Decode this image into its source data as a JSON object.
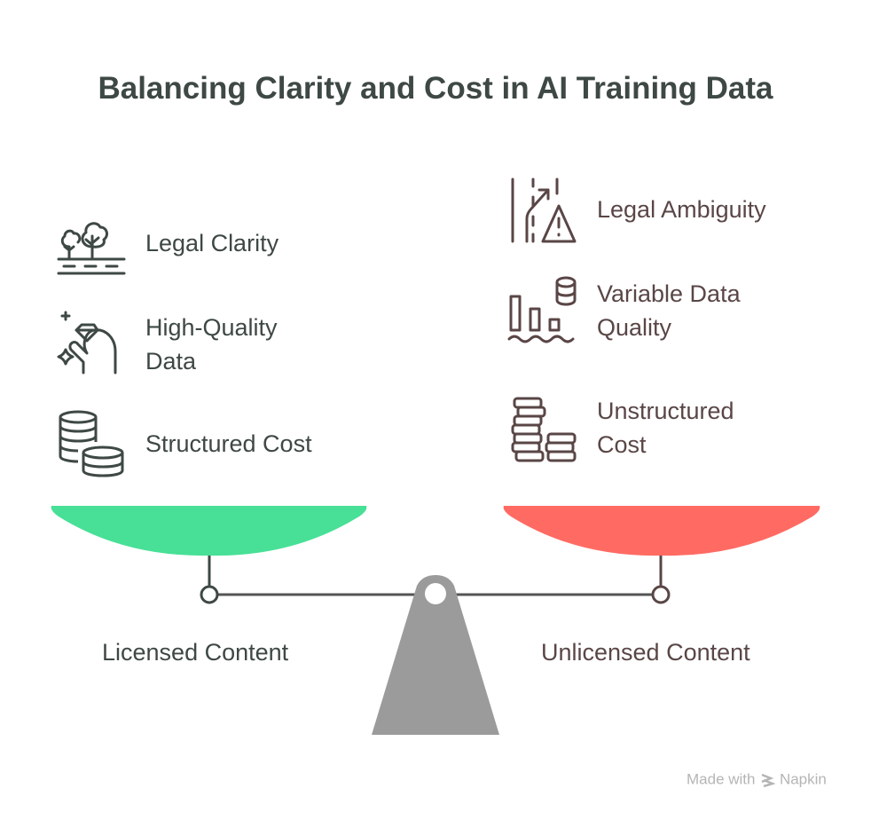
{
  "title": "Balancing Clarity and Cost in AI Training Data",
  "left": {
    "label": "Licensed Content",
    "color": "#47e096",
    "items": [
      {
        "icon": "trees-road-icon",
        "text": "Legal Clarity"
      },
      {
        "icon": "hand-diamond-icon",
        "text": "High-Quality Data"
      },
      {
        "icon": "coin-stack-icon",
        "text": "Structured Cost"
      }
    ]
  },
  "right": {
    "label": "Unlicensed Content",
    "color": "#ff6b63",
    "items": [
      {
        "icon": "road-warning-icon",
        "text": "Legal Ambiguity"
      },
      {
        "icon": "bars-database-icon",
        "text": "Variable Data Quality"
      },
      {
        "icon": "uneven-coins-icon",
        "text": "Unstructured Cost"
      }
    ]
  },
  "footer": {
    "made_with": "Made with",
    "brand": "Napkin"
  }
}
